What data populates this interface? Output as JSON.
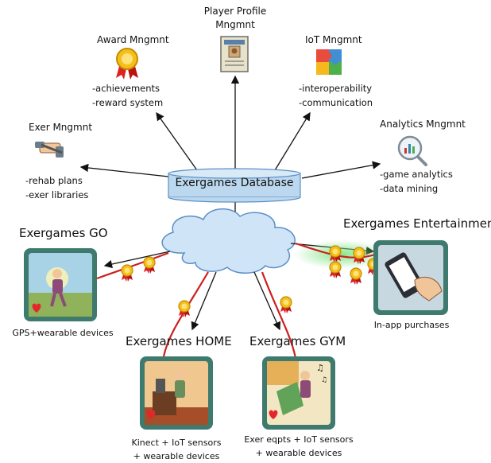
{
  "database": {
    "label": "Exergames Database"
  },
  "management": {
    "exer": {
      "title": "Exer Mngmnt",
      "items": [
        "-rehab plans",
        "-exer libraries"
      ],
      "icon": "dumbbell-hand-icon"
    },
    "award": {
      "title": "Award Mngmnt",
      "items": [
        "-achievements",
        "-reward system"
      ],
      "icon": "medal-icon"
    },
    "player": {
      "title_line1": "Player Profile",
      "title_line2": "Mngmnt",
      "icon": "id-card-icon"
    },
    "iot": {
      "title": "IoT Mngmnt",
      "items": [
        "-interoperability",
        "-communication"
      ],
      "icon": "puzzle-icon"
    },
    "analytics": {
      "title": "Analytics Mngmnt",
      "items": [
        "-game analytics",
        "-data mining"
      ],
      "icon": "magnifier-chart-icon"
    }
  },
  "platforms": {
    "go": {
      "title": "Exergames GO",
      "caption_line1": "GPS+wearable devices",
      "caption_line2": ""
    },
    "entertainment": {
      "title": "Exergames Entertainment",
      "caption_line1": "In-app purchases",
      "caption_line2": ""
    },
    "home": {
      "title": "Exergames HOME",
      "caption_line1": "Kinect + IoT sensors",
      "caption_line2": "+ wearable devices"
    },
    "gym": {
      "title": "Exergames GYM",
      "caption_line1": "Exer eqpts + IoT sensors",
      "caption_line2": "+ wearable devices"
    }
  },
  "colors": {
    "cloud": "#cfe4f7",
    "cloud_stroke": "#5b8fc6",
    "database": "#bcd8ef",
    "frame": "#3f7a6e",
    "cable": "#cc1f1f",
    "heart": "#e3262b",
    "medal": "#f3c01a",
    "glow": "#7de27d"
  }
}
